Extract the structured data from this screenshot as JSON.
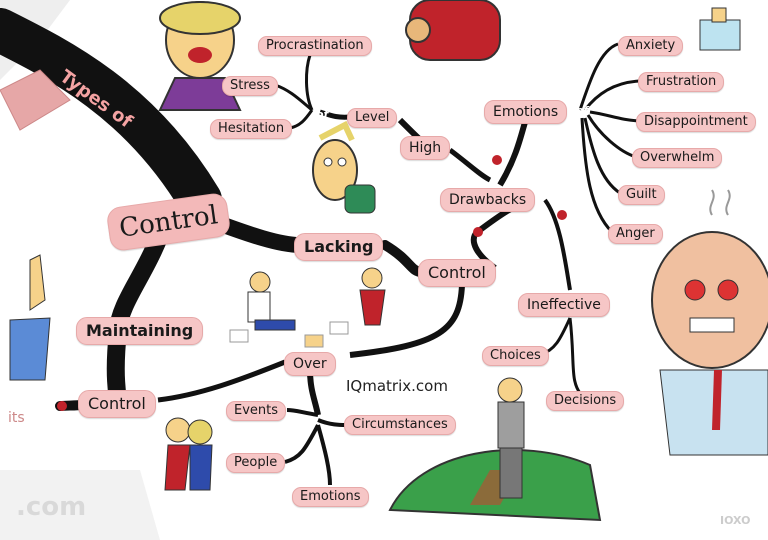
{
  "map": {
    "types_of": "Types of",
    "control_main": "Control",
    "watermark": "IQmatrix.com",
    "dotcom": ".com",
    "its": "its",
    "iqbr": "IOXO"
  },
  "nodes": {
    "procrastination": "Procrastination",
    "stress": "Stress",
    "hesitation": "Hesitation",
    "of_left": "of",
    "level": "Level",
    "high": "High",
    "lacking": "Lacking",
    "control_center": "Control",
    "maintaining": "Maintaining",
    "control_bottom": "Control",
    "over": "Over",
    "events": "Events",
    "circumstances": "Circumstances",
    "people": "People",
    "emotions_bottom": "Emotions",
    "drawbacks": "Drawbacks",
    "emotions_right": "Emotions",
    "of_right": "of",
    "anxiety": "Anxiety",
    "frustration": "Frustration",
    "disappointment": "Disappointment",
    "overwhelm": "Overwhelm",
    "guilt": "Guilt",
    "anger": "Anger",
    "ineffective": "Ineffective",
    "choices": "Choices",
    "decisions": "Decisions"
  },
  "colors": {
    "node_fill": "#f6c6c6",
    "branch": "#0d0d0d",
    "accent_text": "#f4a3a3"
  }
}
